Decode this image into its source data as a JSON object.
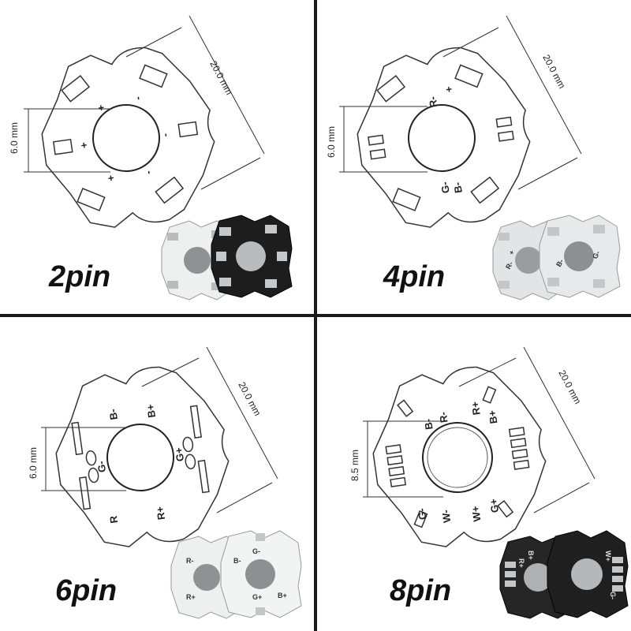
{
  "panels": [
    {
      "label": "2pin",
      "dim_width": "20.0 mm",
      "dim_height": "6.0 mm",
      "pin_marks": [
        "+",
        "+",
        "+",
        "-",
        "-",
        "-"
      ]
    },
    {
      "label": "4pin",
      "dim_width": "20.0 mm",
      "dim_height": "6.0 mm",
      "pin_marks": [
        "R-",
        "+",
        "G-",
        "B-"
      ],
      "photo_marks": [
        "R-",
        "+",
        "B-",
        "G-"
      ]
    },
    {
      "label": "6pin",
      "dim_width": "20.0 mm",
      "dim_height": "6.0 mm",
      "pin_marks": [
        "B-",
        "B+",
        "G-",
        "G+",
        "R",
        "R+"
      ],
      "photo_marks": [
        "R-",
        "B-",
        "G-",
        "R+",
        "G+",
        "B+"
      ]
    },
    {
      "label": "8pin",
      "dim_width": "20.0 mm",
      "dim_height": "8.5 mm",
      "pin_marks": [
        "B-",
        "R-",
        "R+",
        "B+",
        "G-",
        "W-",
        "W+",
        "G+"
      ],
      "photo_marks": [
        "R+",
        "B+",
        "W+",
        "G-"
      ]
    }
  ],
  "colors": {
    "pcb_white": "#eef0f0",
    "pcb_black": "#1d1d1d",
    "pad_silver": "#b9bcbe",
    "outline": "#333333"
  }
}
